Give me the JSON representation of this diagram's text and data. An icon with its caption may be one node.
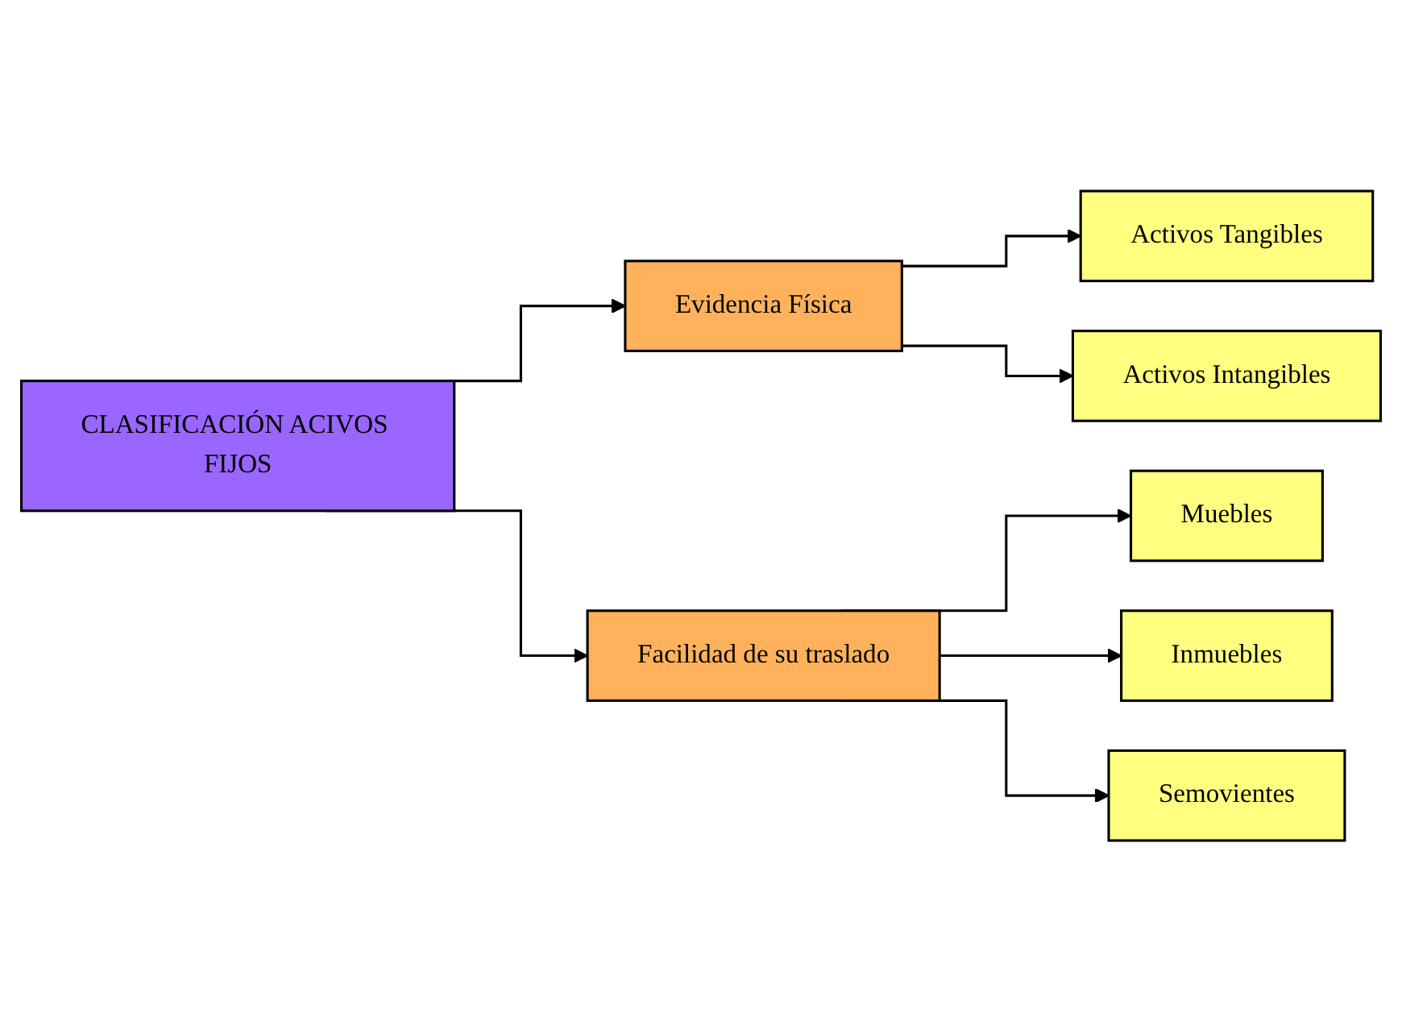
{
  "diagram": {
    "nodes": [
      {
        "text": [
          "CLASIFICACIÓN ACIVOS FIJOS"
        ]
      },
      {
        "text": [
          "Evidencia Física"
        ]
      },
      {
        "text": [
          "Activos Tangibles"
        ]
      },
      {
        "text": [
          "Activos Intangibles"
        ]
      },
      {
        "text": [
          "Facilidad de su traslado"
        ]
      },
      {
        "text": [
          "Muebles"
        ]
      },
      {
        "text": [
          "Inmuebles"
        ]
      },
      {
        "text": [
          "Semovientes"
        ]
      }
    ],
    "edges": [
      {
        "from": 0,
        "to": 1,
        "arrow": "to"
      },
      {
        "from": 0,
        "to": 4,
        "arrow": "to"
      },
      {
        "from": 1,
        "to": 2,
        "arrow": "to"
      },
      {
        "from": 1,
        "to": 3,
        "arrow": "to"
      },
      {
        "from": 4,
        "to": 5,
        "arrow": "to"
      },
      {
        "from": 4,
        "to": 6,
        "arrow": "to"
      },
      {
        "from": 4,
        "to": 7,
        "arrow": "to"
      }
    ]
  }
}
